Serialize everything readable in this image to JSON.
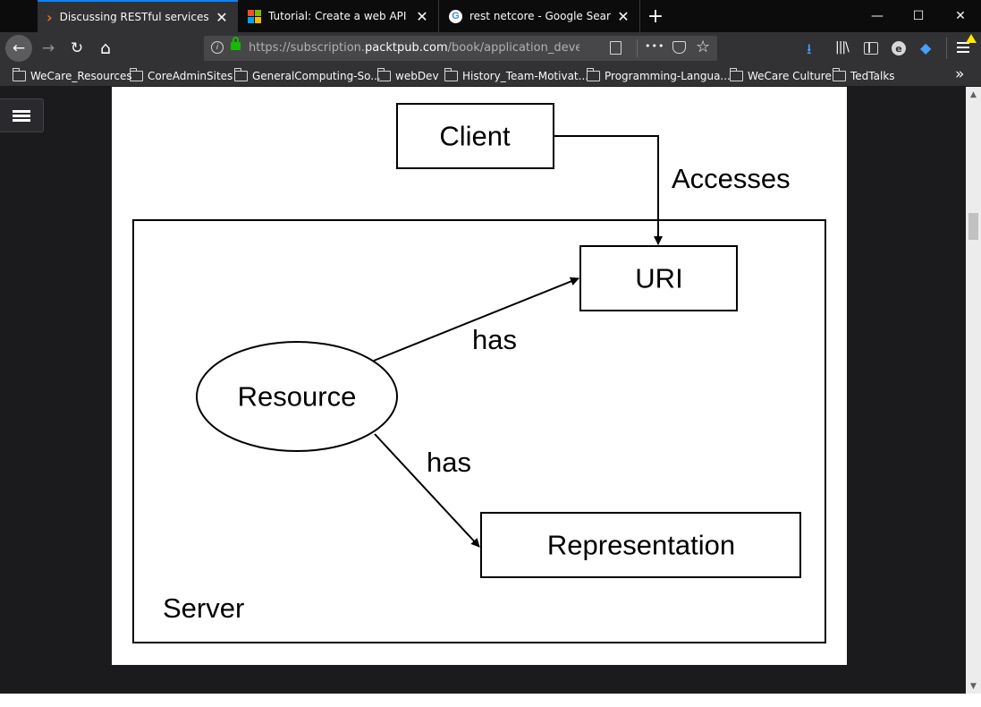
{
  "tabs": [
    {
      "title": "Discussing RESTful services - Bu",
      "icon": "packt-icon",
      "close": "✕"
    },
    {
      "title": "Tutorial: Create a web API with",
      "icon": "microsoft-icon",
      "close": "✕"
    },
    {
      "title": "rest netcore - Google Search",
      "icon": "google-icon",
      "close": "✕"
    }
  ],
  "new_tab": "+",
  "window": {
    "minimize": "—",
    "maximize": "☐",
    "close": "✕"
  },
  "nav": {
    "back": "←",
    "forward": "→",
    "reload": "↻",
    "home": "⌂",
    "url_prefix": "https://subscription.",
    "url_host": "packtpub.com",
    "url_path": "/book/application_develop",
    "page_actions": "•••"
  },
  "bookmarks": [
    "WeCare_Resources",
    "CoreAdminSites",
    "GeneralComputing-So...",
    "webDev",
    "History_Team-Motivat...",
    "Programming-Langua...",
    "WeCare Culture",
    "TedTalks"
  ],
  "bookmarks_overflow": "»",
  "diagram": {
    "client": "Client",
    "accesses": "Accesses",
    "uri": "URI",
    "has_uri": "has",
    "resource": "Resource",
    "has_representation": "has",
    "representation": "Representation",
    "server": "Server"
  },
  "scrollbar": {
    "up": "▲",
    "down": "▼"
  },
  "colors": {
    "accent": "#0a84ff",
    "toolbar": "#323234",
    "background": "#0c0c0d"
  }
}
